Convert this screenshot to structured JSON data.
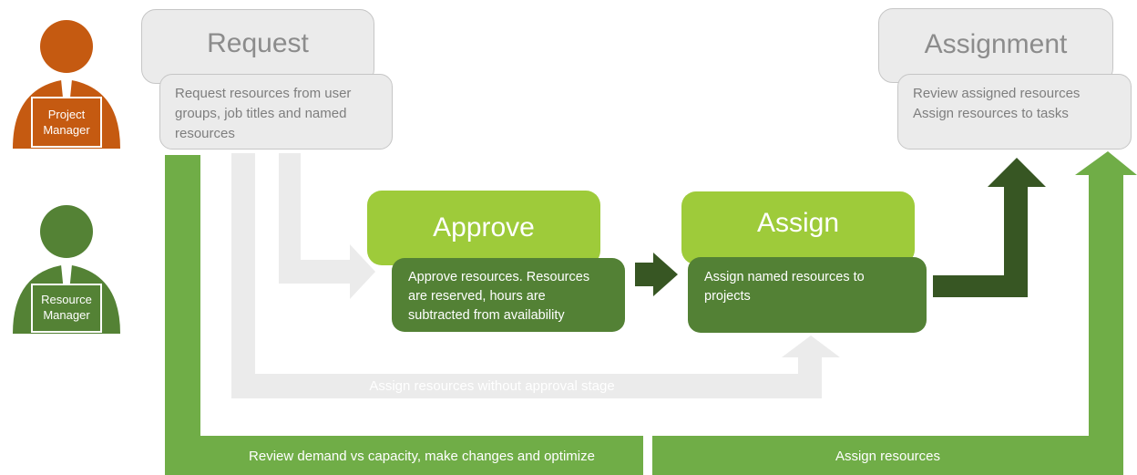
{
  "actors": {
    "project_manager": {
      "label_line1": "Project",
      "label_line2": "Manager",
      "color": "#c55a11"
    },
    "resource_manager": {
      "label_line1": "Resource",
      "label_line2": "Manager",
      "color": "#548235"
    }
  },
  "stages": {
    "request": {
      "title": "Request",
      "description_lines": [
        "Request resources from user",
        "groups, job titles and named",
        "resources"
      ]
    },
    "approve": {
      "title": "Approve",
      "description_lines": [
        "Approve resources. Resources",
        "are reserved, hours are",
        "subtracted from availability"
      ]
    },
    "assign": {
      "title": "Assign",
      "description_lines": [
        "Assign named resources to",
        "projects"
      ]
    },
    "assignment": {
      "title": "Assignment",
      "description_lines": [
        "Review assigned resources",
        "Assign resources to tasks"
      ]
    }
  },
  "flows": {
    "bypass_label": "Assign resources without approval stage",
    "review_label": "Review demand vs capacity, make changes and optimize",
    "assign_resources_label": "Assign resources"
  },
  "colors": {
    "light_green": "#70ad47",
    "lime": "#9ecb3a",
    "dark_green": "#538135",
    "darkest_green": "#375623",
    "light_grey": "#ebebeb",
    "orange": "#c55a11"
  }
}
